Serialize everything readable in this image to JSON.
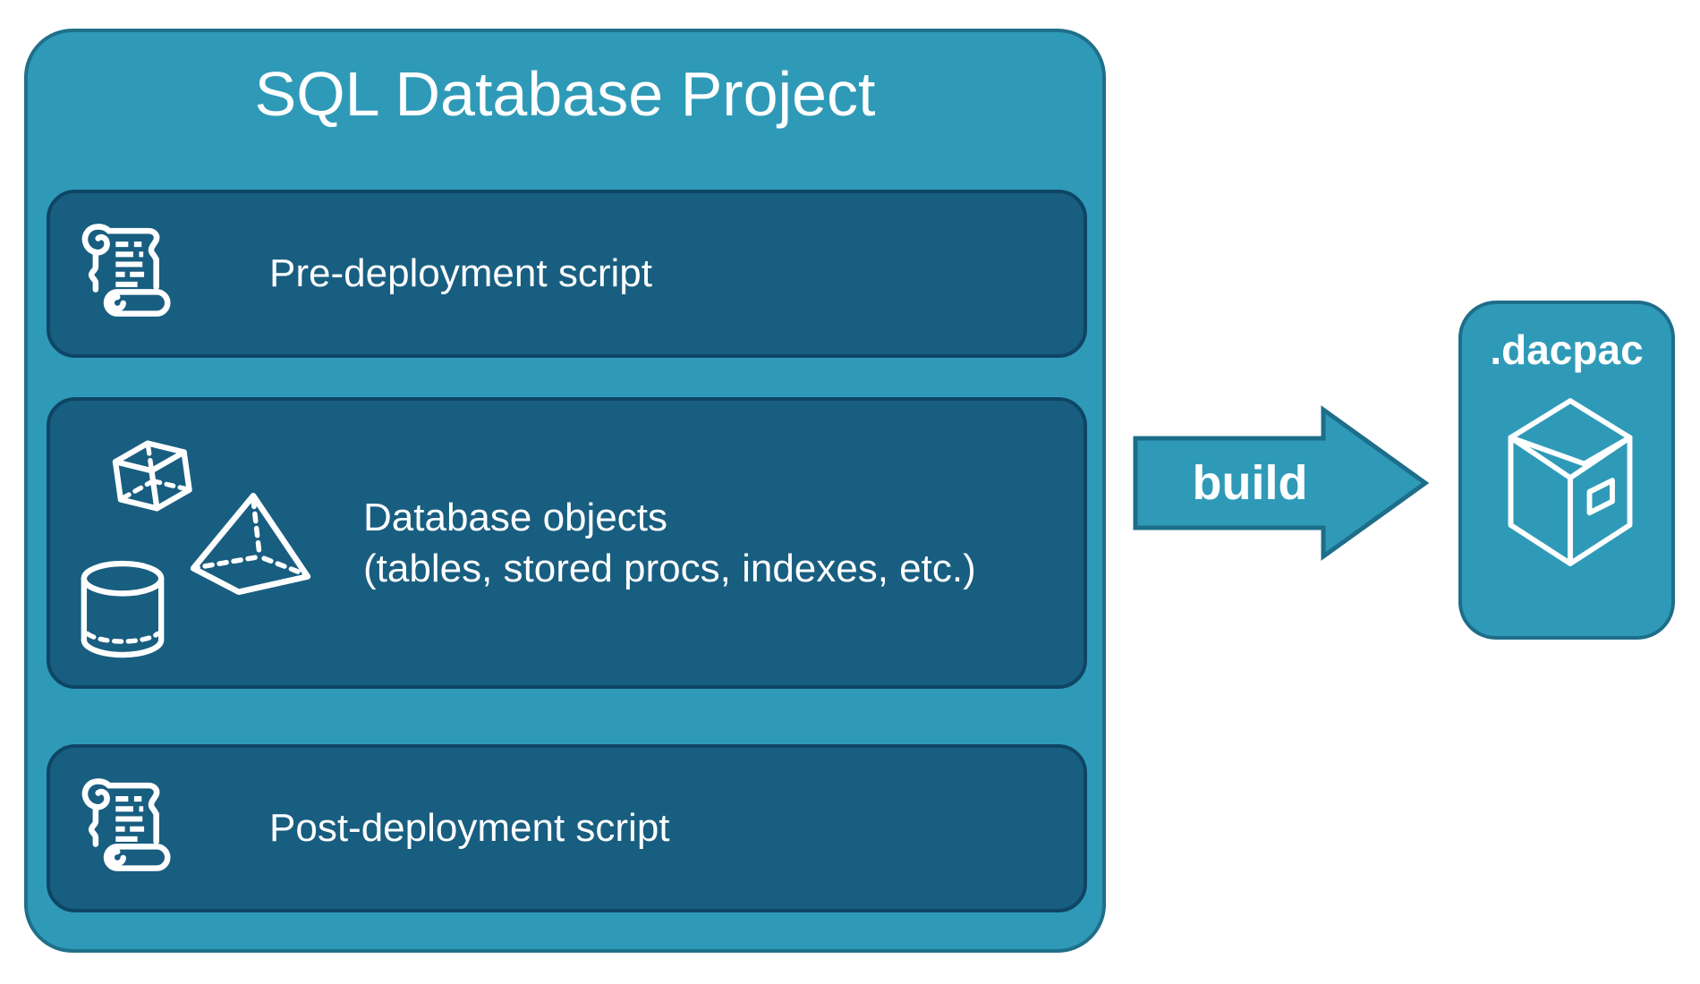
{
  "colors": {
    "background": "#ffffff",
    "container_fill": "#2f9ab8",
    "container_border": "#1f7089",
    "item_fill": "#185e80",
    "item_border": "#0e4565",
    "arrow_fill": "#2f9ab8",
    "arrow_border": "#1d6e8a",
    "text": "#ffffff"
  },
  "project": {
    "title": "SQL Database Project",
    "items": [
      {
        "label": "Pre-deployment script",
        "icon": "scroll-icon"
      },
      {
        "label": "Database objects",
        "sublabel": "(tables, stored procs, indexes, etc.)",
        "icons": [
          "cube-icon",
          "pyramid-icon",
          "cylinder-icon"
        ]
      },
      {
        "label": "Post-deployment script",
        "icon": "scroll-icon"
      }
    ]
  },
  "arrow": {
    "label": "build"
  },
  "output": {
    "label": ".dacpac",
    "icon": "package-icon"
  }
}
